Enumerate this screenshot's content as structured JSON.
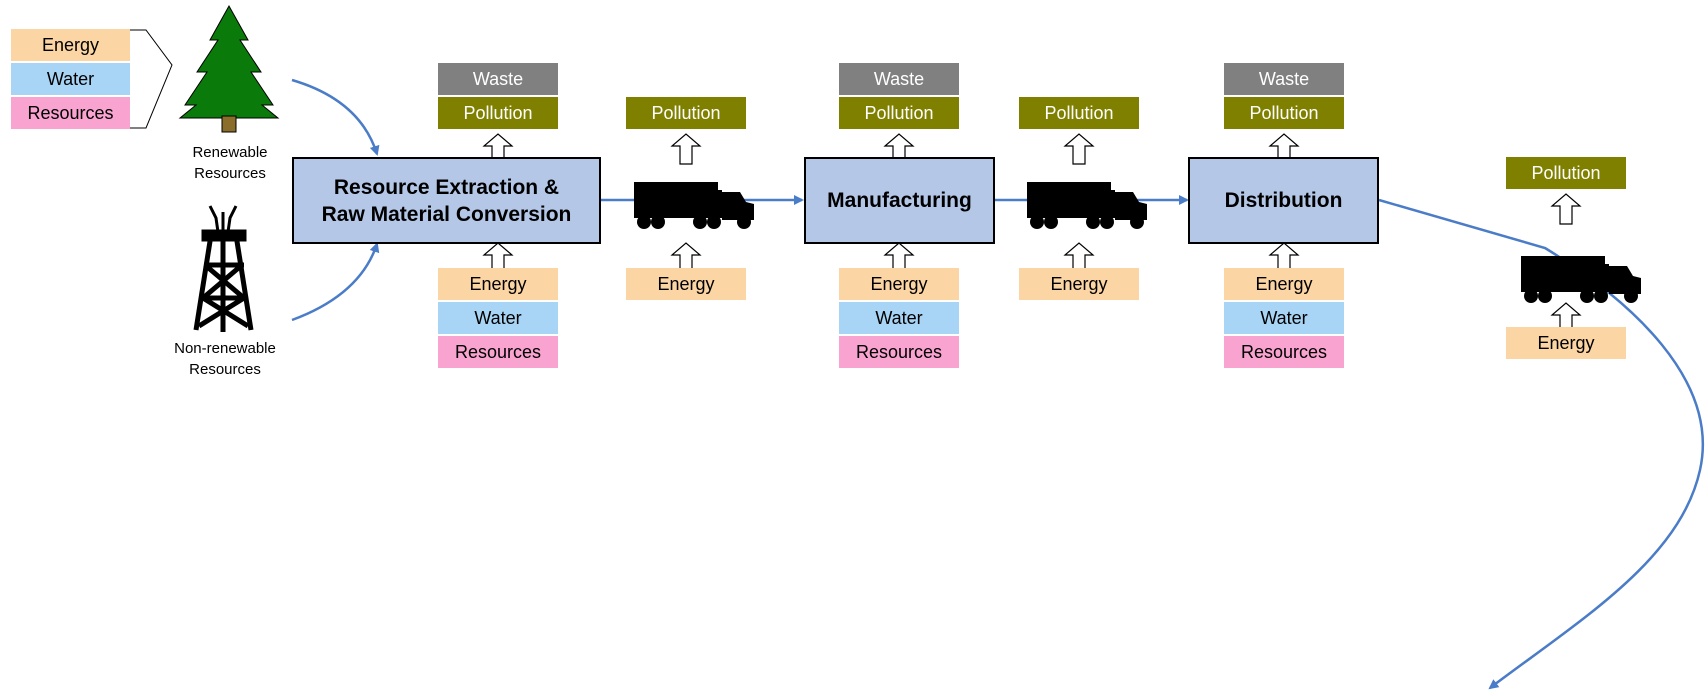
{
  "inputs": {
    "energy": "Energy",
    "water": "Water",
    "resources": "Resources"
  },
  "outputs": {
    "waste": "Waste",
    "pollution": "Pollution"
  },
  "sources": {
    "renewable": [
      "Renewable",
      "Resources"
    ],
    "nonrenewable": [
      "Non-renewable",
      "Resources"
    ]
  },
  "stages": {
    "extraction": [
      "Resource Extraction &",
      "Raw Material Conversion"
    ],
    "manufacturing": "Manufacturing",
    "distribution": "Distribution"
  },
  "icons": [
    "tree-icon",
    "oil-derrick-icon",
    "truck-icon",
    "hollow-arrow-up-icon",
    "flow-arrow"
  ],
  "colors": {
    "energy": "#fcd5a5",
    "water": "#a8d4f5",
    "resources": "#f9a3d0",
    "pollution": "#808000",
    "waste": "#808080",
    "process": "#b4c7e7",
    "flow": "#4a7cc7",
    "tree": "#0a7a0a"
  }
}
